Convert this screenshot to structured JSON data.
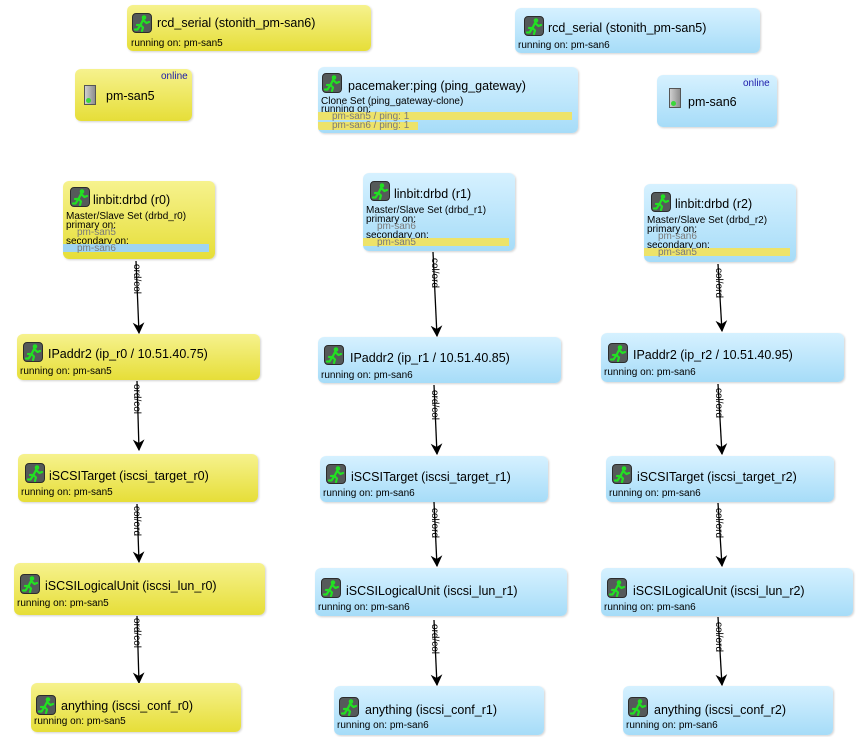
{
  "stonith": [
    {
      "title": "rcd_serial (stonith_pm-san6)",
      "status": "running on: pm-san5"
    },
    {
      "title": "rcd_serial (stonith_pm-san5)",
      "status": "running on: pm-san6"
    }
  ],
  "hosts": [
    {
      "name": "pm-san5",
      "state": "online"
    },
    {
      "name": "pm-san6",
      "state": "online"
    }
  ],
  "ping": {
    "title": "pacemaker:ping (ping_gateway)",
    "set": "Clone Set (ping_gateway-clone)",
    "running_label": "running on:",
    "entries": [
      "pm-san5 / ping: 1",
      "pm-san6 / ping: 1"
    ]
  },
  "drbd": [
    {
      "title": "linbit:drbd (r0)",
      "set": "Master/Slave Set (drbd_r0)",
      "primary_label": "primary on:",
      "primary": "pm-san5",
      "secondary_label": "secondary on:",
      "secondary": "pm-san6"
    },
    {
      "title": "linbit:drbd (r1)",
      "set": "Master/Slave Set (drbd_r1)",
      "primary_label": "primary on:",
      "primary": "pm-san6",
      "secondary_label": "secondary on:",
      "secondary": "pm-san5"
    },
    {
      "title": "linbit:drbd (r2)",
      "set": "Master/Slave Set (drbd_r2)",
      "primary_label": "primary on:",
      "primary": "pm-san6",
      "secondary_label": "secondary on:",
      "secondary": "pm-san5"
    }
  ],
  "ip": [
    {
      "title": "IPaddr2 (ip_r0 / 10.51.40.75)",
      "status": "running on: pm-san5"
    },
    {
      "title": "IPaddr2 (ip_r1 / 10.51.40.85)",
      "status": "running on: pm-san6"
    },
    {
      "title": "IPaddr2 (ip_r2 / 10.51.40.95)",
      "status": "running on: pm-san6"
    }
  ],
  "target": [
    {
      "title": "iSCSITarget (iscsi_target_r0)",
      "status": "running on: pm-san5"
    },
    {
      "title": "iSCSITarget (iscsi_target_r1)",
      "status": "running on: pm-san6"
    },
    {
      "title": "iSCSITarget (iscsi_target_r2)",
      "status": "running on: pm-san6"
    }
  ],
  "lun": [
    {
      "title": "iSCSILogicalUnit (iscsi_lun_r0)",
      "status": "running on: pm-san5"
    },
    {
      "title": "iSCSILogicalUnit (iscsi_lun_r1)",
      "status": "running on: pm-san6"
    },
    {
      "title": "iSCSILogicalUnit (iscsi_lun_r2)",
      "status": "running on: pm-san6"
    }
  ],
  "conf": [
    {
      "title": "anything (iscsi_conf_r0)",
      "status": "running on: pm-san5"
    },
    {
      "title": "anything (iscsi_conf_r1)",
      "status": "running on: pm-san6"
    },
    {
      "title": "anything (iscsi_conf_r2)",
      "status": "running on: pm-san6"
    }
  ],
  "edges": {
    "c0": [
      "ord/col",
      "ord/col",
      "col/ord",
      "ord/col"
    ],
    "c1": [
      "col/ord",
      "ord/col",
      "col/ord",
      "ord/col"
    ],
    "c2": [
      "col/ord",
      "col/ord",
      "col/ord",
      "col/ord"
    ]
  },
  "colors": {
    "yellow": "#e6de38",
    "blue": "#a6dcf8",
    "runner": "#22e022"
  }
}
